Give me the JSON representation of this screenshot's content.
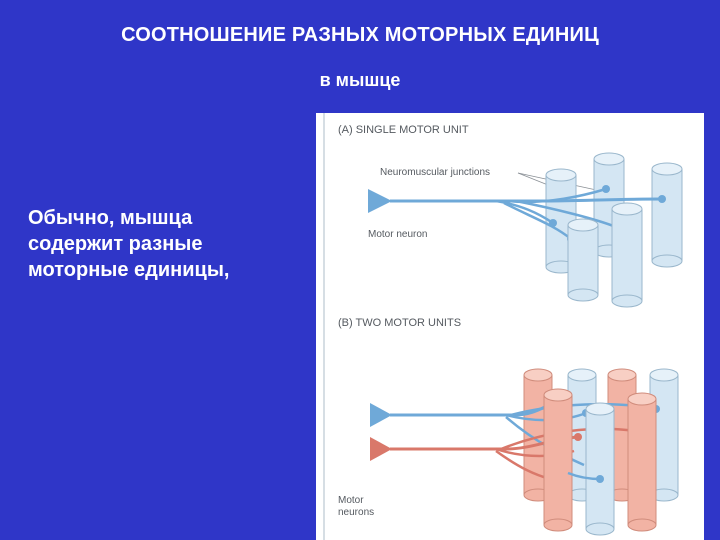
{
  "slide": {
    "title": "СООТНОШЕНИЕ РАЗНЫХ МОТОРНЫХ  ЕДИНИЦ",
    "subtitle": "в мышце",
    "body_lines": [
      "Обычно, мышца",
      "содержит разные",
      "моторные единицы,"
    ]
  },
  "figure": {
    "panel_a_label": "(A) SINGLE MOTOR UNIT",
    "junction_label": "Neuromuscular junctions",
    "motor_neuron_label": "Motor neuron",
    "panel_b_label": "(B) TWO MOTOR UNITS",
    "motor_neurons_label": [
      "Motor",
      "neurons"
    ]
  },
  "colors": {
    "background": "#2f36c8",
    "blue_fiber": "#d4e6f3",
    "blue_neuron": "#6fa9d8",
    "red_fiber": "#f2b3a4",
    "red_neuron": "#d9786a"
  }
}
